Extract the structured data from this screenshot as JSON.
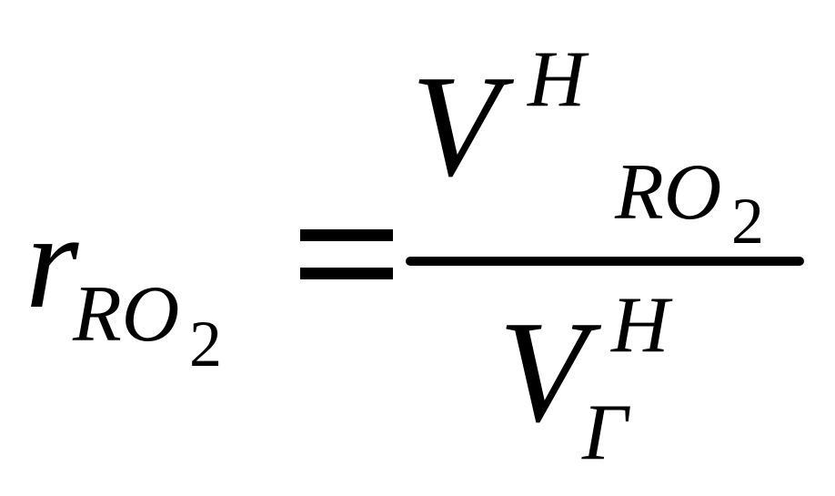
{
  "formula": {
    "lhs": {
      "symbol": "r",
      "subscript": "RO",
      "subscript_index": "2"
    },
    "operator": "=",
    "numerator": {
      "symbol": "V",
      "superscript": "H",
      "subscript": "RO",
      "subscript_index": "2"
    },
    "denominator": {
      "symbol": "V",
      "superscript": "H",
      "subscript": "Γ"
    }
  },
  "colors": {
    "ink": "#000000",
    "background": "#ffffff"
  }
}
